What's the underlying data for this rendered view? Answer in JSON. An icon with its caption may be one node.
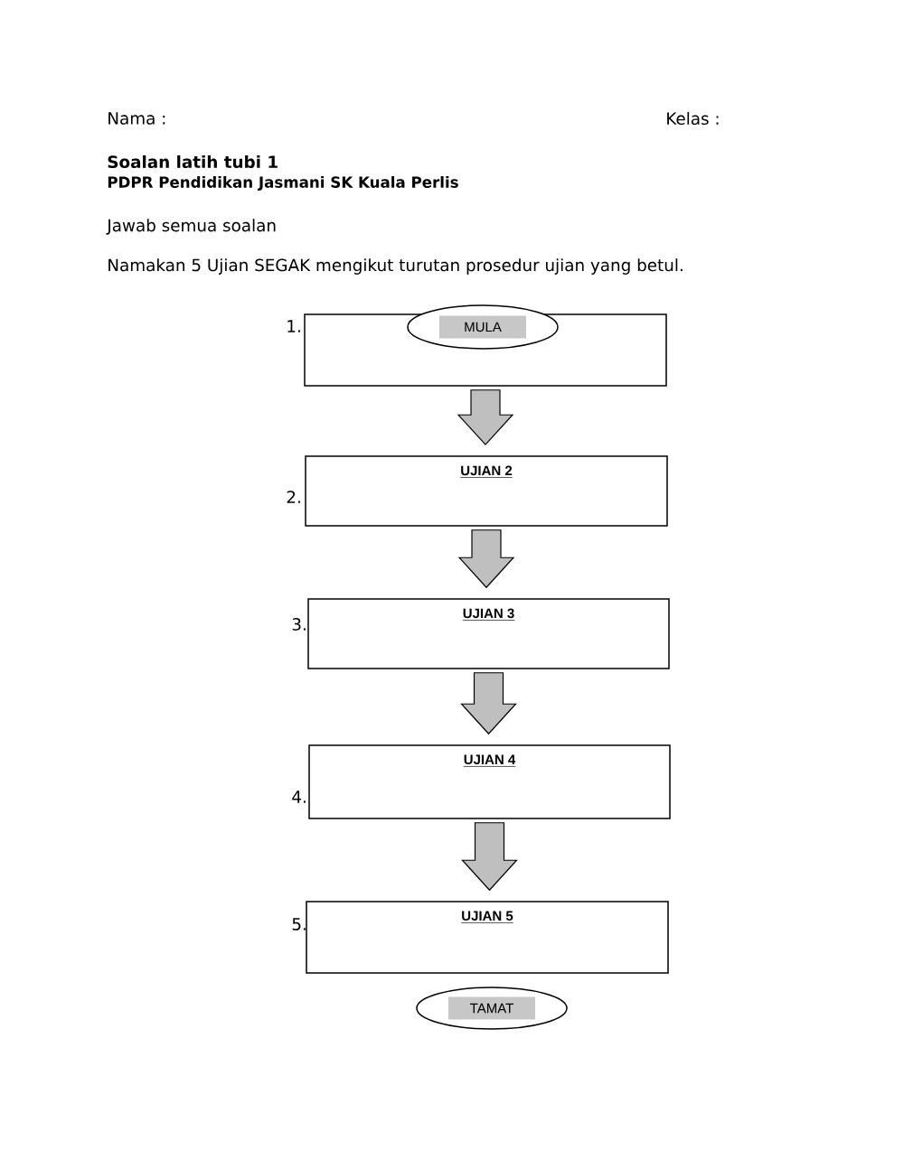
{
  "diagram": {
    "title": "Soalan latih tubi 1",
    "nodes": [
      {
        "text": [],
        "shape": "box",
        "beside": [
          "1."
        ]
      },
      {
        "text": [
          "MULA"
        ]
      },
      {
        "text": [
          "UJIAN 2"
        ],
        "beside": [
          "2."
        ]
      },
      {
        "text": [
          "UJIAN 3"
        ],
        "beside": [
          "3."
        ]
      },
      {
        "text": [
          "UJIAN 4"
        ],
        "beside": [
          "4."
        ]
      },
      {
        "text": [
          "UJIAN 5"
        ],
        "beside": [
          "5."
        ]
      },
      {
        "text": [
          "TAMAT"
        ]
      }
    ],
    "edges": [
      {
        "from": 0,
        "to": 2,
        "arrow": "to"
      },
      {
        "from": 2,
        "to": 3,
        "arrow": "to"
      },
      {
        "from": 3,
        "to": 4,
        "arrow": "to"
      },
      {
        "from": 4,
        "to": 5,
        "arrow": "to"
      }
    ],
    "labels": [
      "Nama :",
      "Kelas :",
      "PDPR Pendidikan Jasmani SK Kuala Perlis",
      "Jawab semua soalan",
      "Namakan 5 Ujian SEGAK mengikut turutan prosedur ujian yang betul."
    ]
  }
}
